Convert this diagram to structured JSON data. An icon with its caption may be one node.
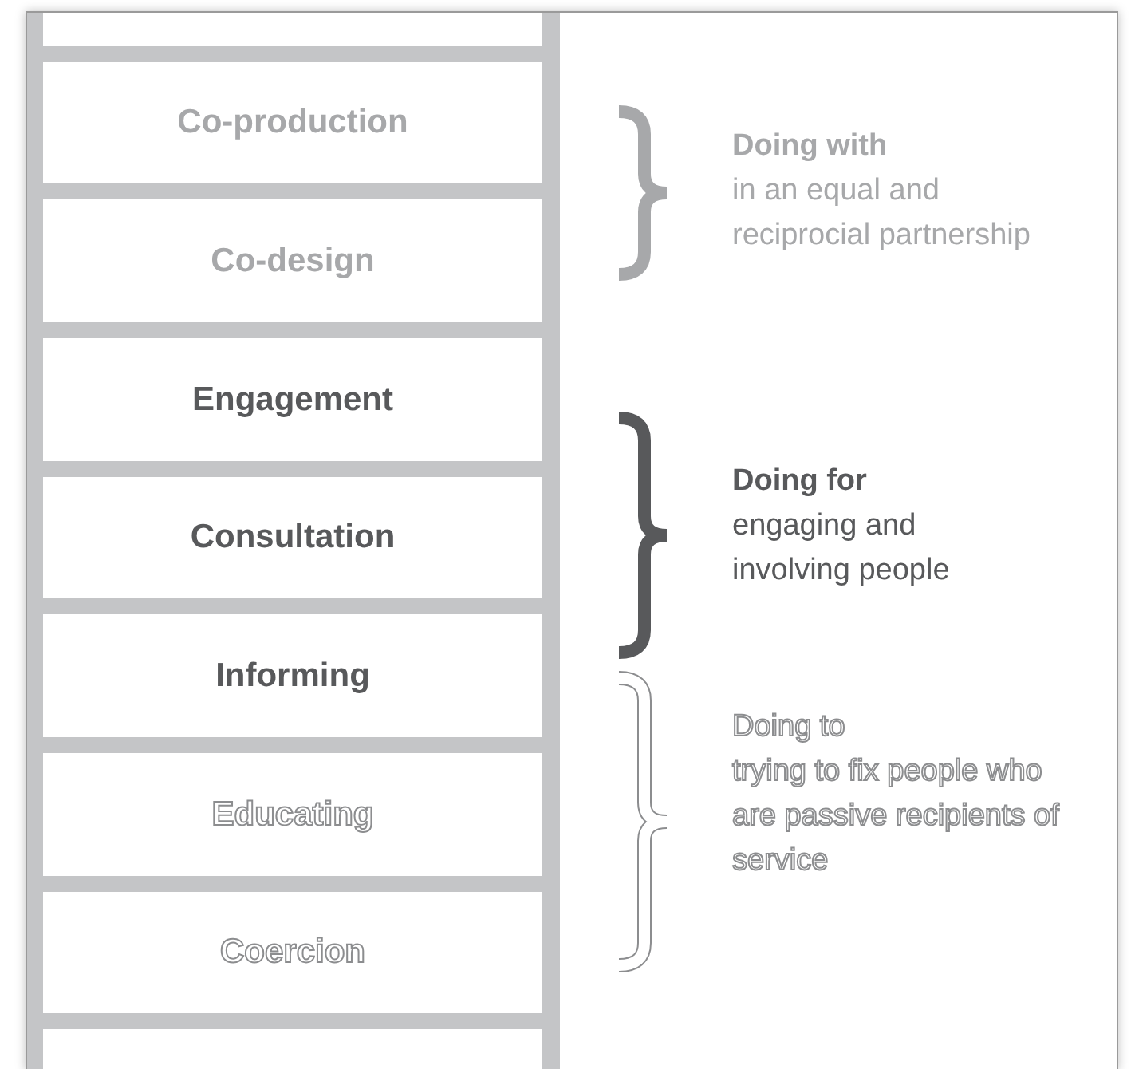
{
  "diagram": {
    "nodes": [
      {
        "text": [
          "Co-production"
        ]
      },
      {
        "text": [
          "Co-design"
        ]
      },
      {
        "text": [
          "Engagement"
        ]
      },
      {
        "text": [
          "Consultation"
        ]
      },
      {
        "text": [
          "Informing"
        ]
      },
      {
        "text": [
          "Educating"
        ]
      },
      {
        "text": [
          "Coercion"
        ]
      }
    ],
    "labels": [
      "Doing with",
      "in an equal and reciprocial partnership",
      "Doing for",
      "engaging and involving people",
      "Doing to",
      "trying to fix people who are passive recipients of service"
    ]
  }
}
